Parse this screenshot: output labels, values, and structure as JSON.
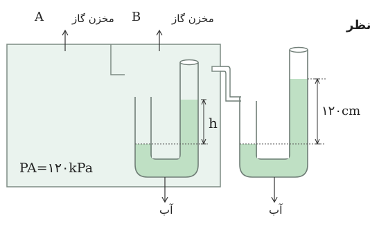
{
  "labels": {
    "tank_a_caption": "مخزن گاز",
    "tank_a_letter": "A",
    "tank_b_caption": "مخزن گاز",
    "tank_b_letter": "B",
    "pressure_a": "PA=۱۲۰kPa",
    "height_h": "h",
    "height_right": "۱۲۰cm",
    "water_left": "آب",
    "water_right": "آب",
    "corner_text": "نظر"
  },
  "colors": {
    "tank_fill": "#eaf3ee",
    "tank_stroke": "#7d8b84",
    "tube_stroke": "#6f7d76",
    "liquid": "#bfe0c4",
    "liquid_dark": "#a8d4b0",
    "dotted": "#555555"
  }
}
